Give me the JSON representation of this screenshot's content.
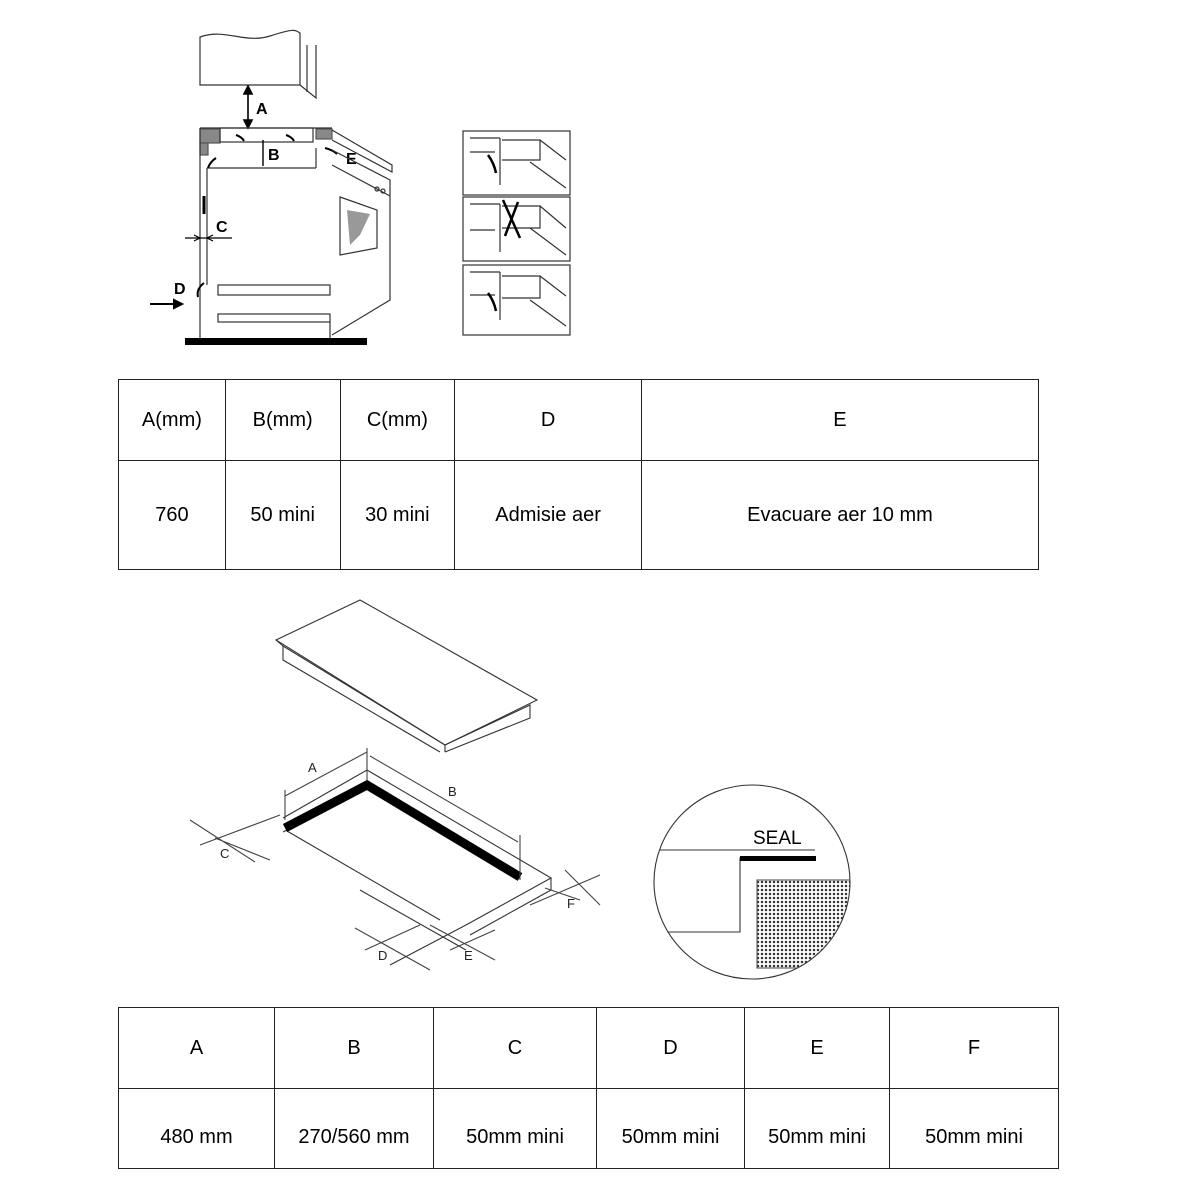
{
  "diagram1": {
    "labels": {
      "a": "A",
      "b": "B",
      "c": "C",
      "d": "D",
      "e": "E"
    }
  },
  "table1": {
    "headers": [
      "A(mm)",
      "B(mm)",
      "C(mm)",
      "D",
      "E"
    ],
    "values": [
      "760",
      "50 mini",
      "30 mini",
      "Admisie aer",
      "Evacuare aer 10 mm"
    ]
  },
  "diagram2": {
    "labels": {
      "a": "A",
      "b": "B",
      "c": "C",
      "d": "D",
      "e": "E",
      "f": "F"
    },
    "seal_label": "SEAL"
  },
  "table2": {
    "headers": [
      "A",
      "B",
      "C",
      "D",
      "E",
      "F"
    ],
    "values": [
      "480 mm",
      "270/560 mm",
      "50mm mini",
      "50mm mini",
      "50mm mini",
      "50mm mini"
    ]
  }
}
